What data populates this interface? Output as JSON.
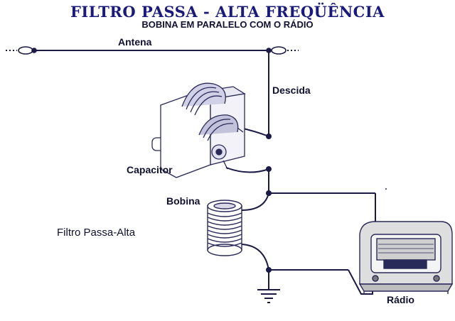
{
  "title": "FILTRO PASSA - ALTA FREQÜÊNCIA",
  "subtitle": "BOBINA EM PARALELO COM O RÁDIO",
  "labels": {
    "antena": "Antena",
    "descida": "Descida",
    "capacitor": "Capacitor",
    "bobina": "Bobina",
    "filtro": "Filtro Passa-Alta",
    "radio": "Rádio"
  },
  "colors": {
    "title": "#1a1a7a",
    "wire": "#1a1a44",
    "component": "#2a2a5a"
  },
  "icons": [
    "insulator-icon",
    "capacitor-icon",
    "coil-icon",
    "radio-icon",
    "ground-icon"
  ]
}
